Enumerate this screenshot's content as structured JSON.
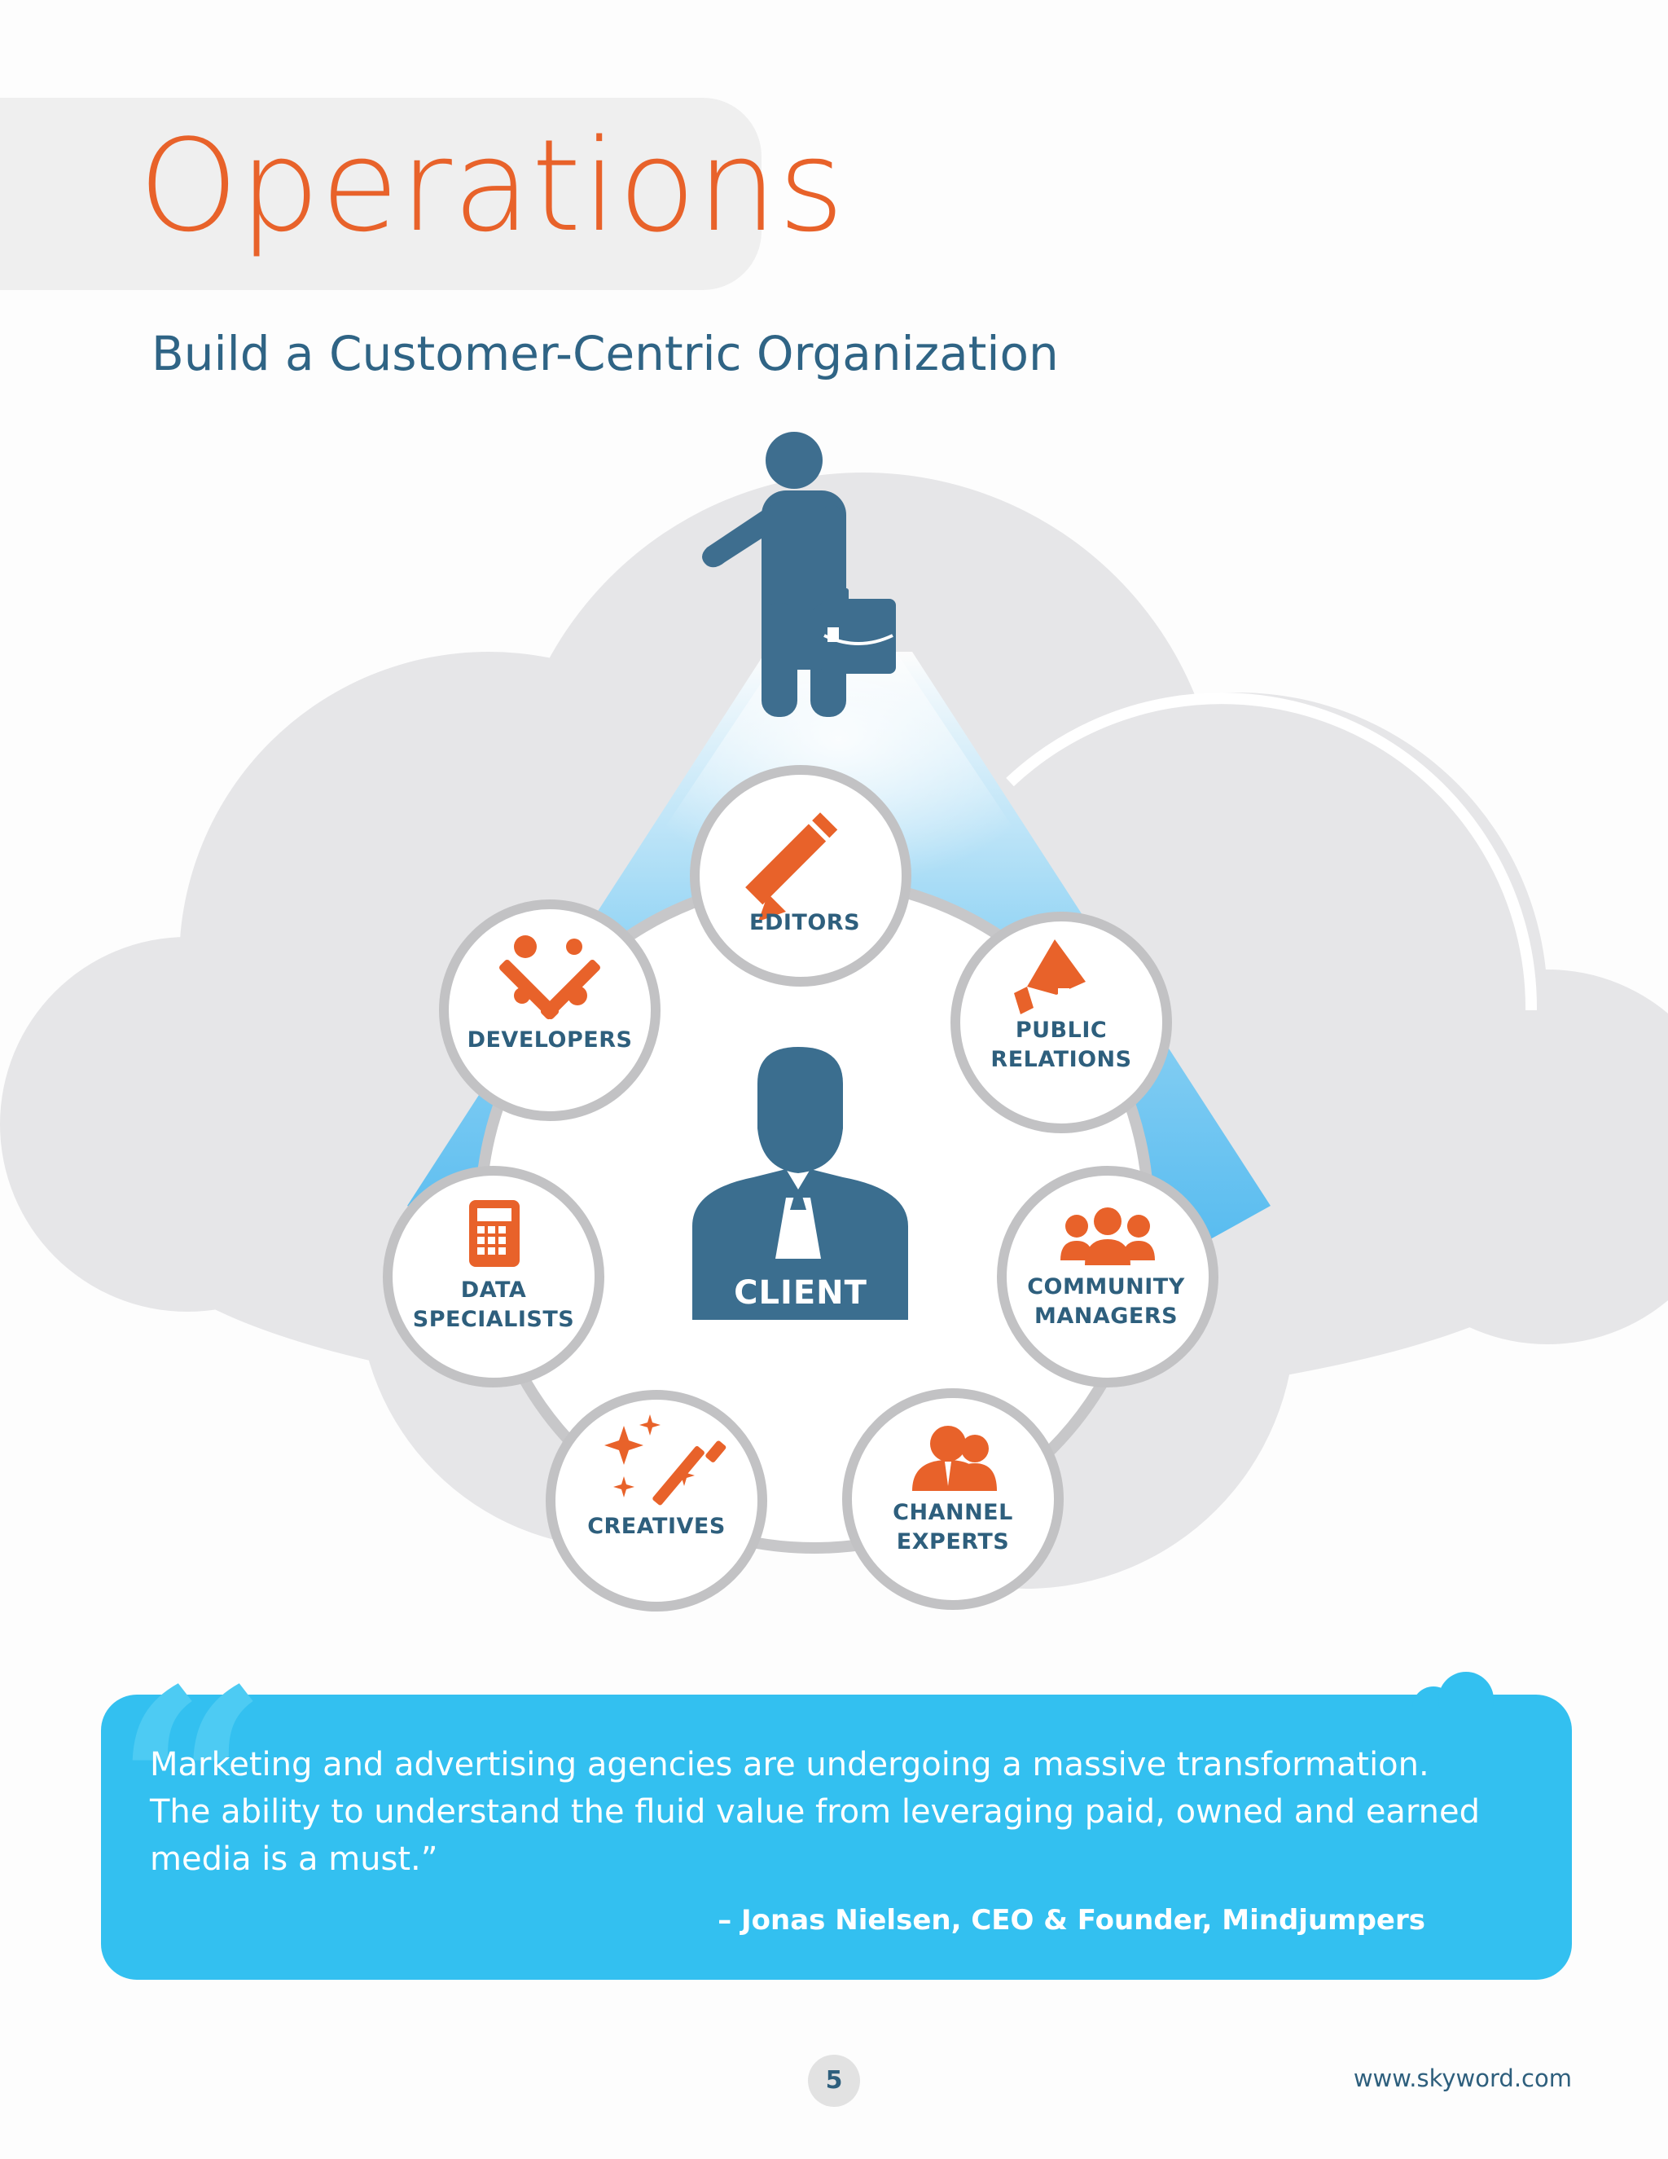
{
  "header": {
    "title": "Operations",
    "subtitle": "Build a Customer-Centric Organization"
  },
  "diagram": {
    "center": {
      "label": "CLIENT",
      "icon": "client-person-icon"
    },
    "top_figure_icon": "businessman-briefcase-icon",
    "roles": [
      {
        "id": "editors",
        "line1": "EDITORS",
        "line2": "",
        "icon": "pencil-icon"
      },
      {
        "id": "public-relations",
        "line1": "PUBLIC",
        "line2": "RELATIONS",
        "icon": "megaphone-icon"
      },
      {
        "id": "community-managers",
        "line1": "COMMUNITY",
        "line2": "MANAGERS",
        "icon": "group-icon"
      },
      {
        "id": "channel-experts",
        "line1": "CHANNEL",
        "line2": "EXPERTS",
        "icon": "people-pair-icon"
      },
      {
        "id": "creatives",
        "line1": "CREATIVES",
        "line2": "",
        "icon": "magic-wand-icon"
      },
      {
        "id": "data-specialists",
        "line1": "DATA",
        "line2": "SPECIALISTS",
        "icon": "calculator-icon"
      },
      {
        "id": "developers",
        "line1": "DEVELOPERS",
        "line2": "",
        "icon": "tools-icon"
      }
    ],
    "colors": {
      "accent": "#e8622a",
      "navy": "#3b6e8f",
      "beam": "#3db4ee",
      "cloud": "#e6e6e8"
    }
  },
  "quote": {
    "text_line1": "Marketing and advertising agencies are undergoing a massive transformation.",
    "text_line2": "The ability to understand the fluid value from leveraging paid, owned and earned",
    "text_line3": "media is a must.”",
    "author": "– Jonas Nielsen, CEO & Founder, Mindjumpers",
    "color": "#33c0f0"
  },
  "footer": {
    "page_number": "5",
    "url": "www.skyword.com"
  }
}
